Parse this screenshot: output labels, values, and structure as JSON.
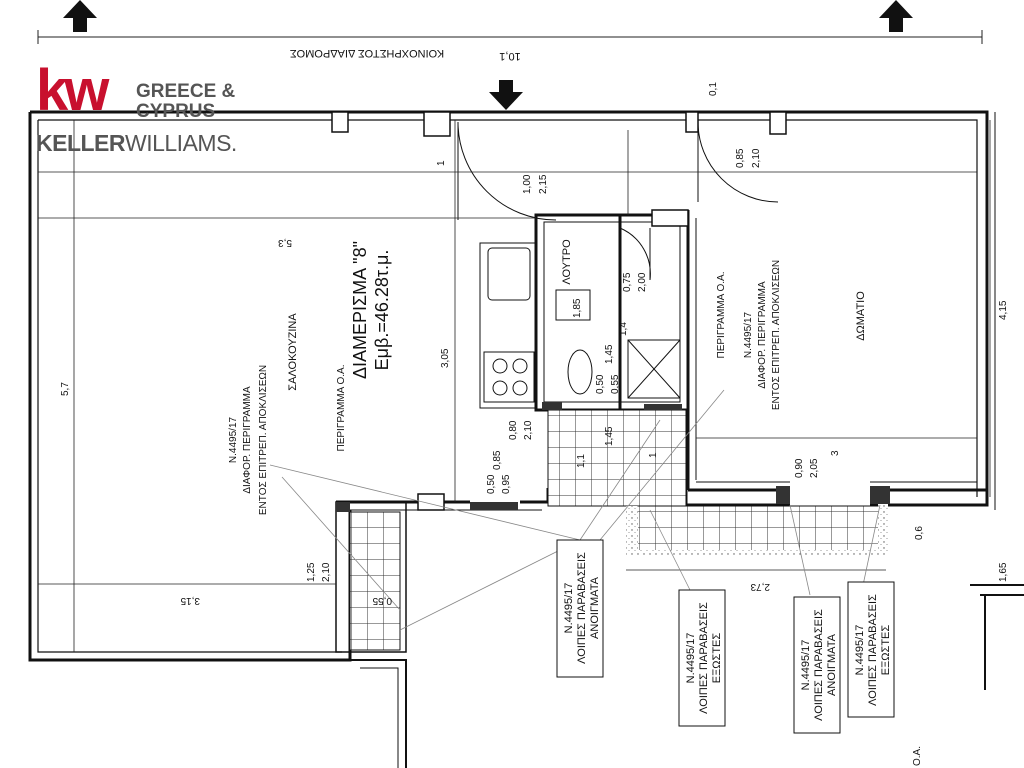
{
  "logo": {
    "mark": "kw",
    "region_line1": "GREECE &",
    "region_line2": "CYPRUS",
    "brand_a": "KELLER",
    "brand_b": "WILLIAMS."
  },
  "corridor_label": "ΚΟΙΝΟΧΡΗΣΤΟΣ ΔΙΑΔΡΟΜΟΣ",
  "apartment": {
    "title": "ΔΙΑΜΕΡΙΣΜΑ \"8\"",
    "area": "Εμβ.=46.28τ.μ."
  },
  "rooms": {
    "living_kitchen": "ΣΑΛΟΚΟΥΖΙΝΑ",
    "bathroom": "ΛΟΥΤΡΟ",
    "bedroom": "ΔΩΜΑΤΙΟ"
  },
  "notes": {
    "perimeter": "ΠΕΡΙΓΡΑΜΜΑ Ο.Α.",
    "law": "Ν.4495/17",
    "layout_diff": "ΔΙΑΦΟΡ. ΠΕΡΙΓΡΑΜΜΑ",
    "within_limits": "ΕΝΤΟΣ ΕΠΙΤΡΕΠ. ΑΠΟΚΛΙΣΕΩΝ"
  },
  "boxes": [
    {
      "line1": "Ν.4495/17",
      "line2": "ΛΟΙΠΕΣ ΠΑΡΑΒΑΣΕΙΣ",
      "line3": "ΑΝΟΙΓΜΑΤΑ"
    },
    {
      "line1": "Ν.4495/17",
      "line2": "ΛΟΙΠΕΣ ΠΑΡΑΒΑΣΕΙΣ",
      "line3": "ΕΞΩΣΤΕΣ"
    },
    {
      "line1": "Ν.4495/17",
      "line2": "ΛΟΙΠΕΣ ΠΑΡΑΒΑΣΕΙΣ",
      "line3": "ΑΝΟΙΓΜΑΤΑ"
    },
    {
      "line1": "Ν.4495/17",
      "line2": "ΛΟΙΠΕΣ ΠΑΡΑΒΑΣΕΙΣ",
      "line3": "ΕΞΩΣΤΕΣ"
    }
  ],
  "dimensions": {
    "overall_width": "10,1",
    "top_gap": "0,1",
    "inner_one": "1",
    "living_width": "5,3",
    "living_height": "5,7",
    "kitchen_depth": "3,05",
    "balcony_width": "3,15",
    "door_entry_a": "1,00",
    "door_entry_b": "2,15",
    "bed_door_a": "0,85",
    "bed_door_b": "2,10",
    "bath_door_a": "0,75",
    "bath_door_b": "2,00",
    "bath_height": "1,85",
    "bath_width": "1,45",
    "bath_width_b": "1,4",
    "small_w_a": "0,50",
    "small_w_b": "0,55",
    "kitchen_door_a": "0,80",
    "kitchen_door_b": "2,10",
    "w_a": "0,50",
    "w_b": "0,85",
    "w_c": "0,95",
    "balcony_door_a": "1,25",
    "balcony_door_b": "2,10",
    "balcony_small": "0,55",
    "bedroom_height": "4,15",
    "bedroom_width": "3",
    "bed_win_a": "0,90",
    "bed_win_b": "2,05",
    "balcony2_width": "2,73",
    "balcony2_depth": "0,6",
    "far_right": "1,65",
    "hall_a": "1,1",
    "hall_b": "1,45",
    "hall_c": "1",
    "number_3": "3",
    "right_side": "Ο.Α."
  }
}
